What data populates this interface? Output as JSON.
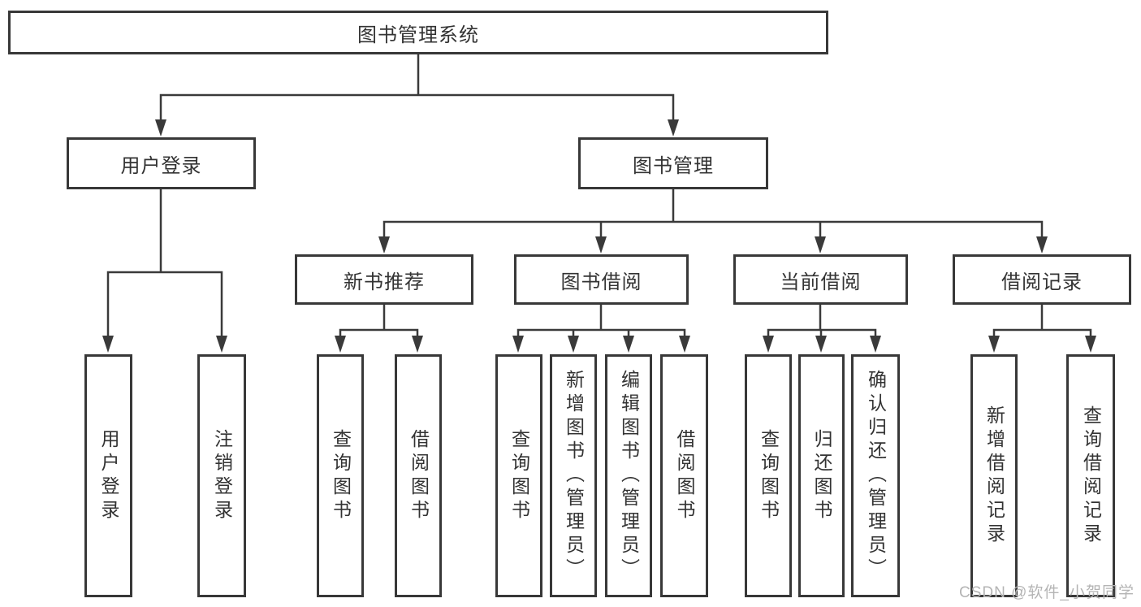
{
  "diagram": {
    "type": "hierarchy-tree",
    "tree": {
      "label": "图书管理系统",
      "children": [
        {
          "label": "用户登录",
          "children": [
            {
              "label": "用户登录"
            },
            {
              "label": "注销登录"
            }
          ]
        },
        {
          "label": "图书管理",
          "children": [
            {
              "label": "新书推荐",
              "children": [
                {
                  "label": "查询图书"
                },
                {
                  "label": "借阅图书"
                }
              ]
            },
            {
              "label": "图书借阅",
              "children": [
                {
                  "label": "查询图书"
                },
                {
                  "label": "新增图书（管理员）"
                },
                {
                  "label": "编辑图书（管理员）"
                },
                {
                  "label": "借阅图书"
                }
              ]
            },
            {
              "label": "当前借阅",
              "children": [
                {
                  "label": "查询图书"
                },
                {
                  "label": "归还图书"
                },
                {
                  "label": "确认归还（管理员）"
                }
              ]
            },
            {
              "label": "借阅记录",
              "children": [
                {
                  "label": "新增借阅记录"
                },
                {
                  "label": "查询借阅记录"
                }
              ]
            }
          ]
        }
      ]
    },
    "colors": {
      "line": "#3a3a3a",
      "box_border": "#383838",
      "text": "#333333",
      "watermark_text": "#b4b4b4",
      "background": "#ffffff"
    }
  },
  "watermark": "CSDN @软件_小贺同学"
}
